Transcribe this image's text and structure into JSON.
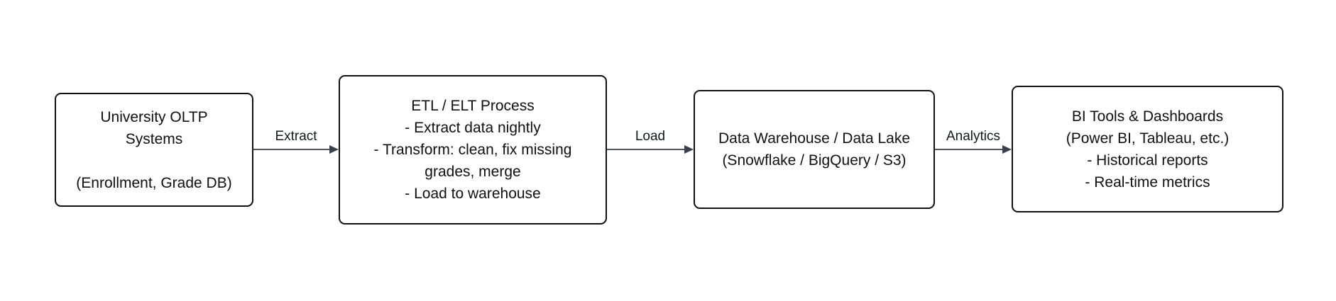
{
  "diagram": {
    "type": "flowchart",
    "direction": "left-to-right",
    "nodes": [
      {
        "id": "university-oltp-systems",
        "lines": [
          "University OLTP",
          "Systems",
          "",
          "(Enrollment, Grade DB)"
        ]
      },
      {
        "id": "etl-elt-process",
        "lines": [
          "ETL / ELT Process",
          "- Extract data nightly",
          "- Transform: clean, fix missing",
          "grades, merge",
          "- Load to warehouse"
        ]
      },
      {
        "id": "data-warehouse-data-lake",
        "lines": [
          "Data Warehouse / Data Lake",
          "(Snowflake / BigQuery / S3)"
        ]
      },
      {
        "id": "bi-tools-dashboards",
        "lines": [
          "BI Tools & Dashboards",
          "(Power BI, Tableau, etc.)",
          "- Historical reports",
          "- Real-time metrics"
        ]
      }
    ],
    "edges": [
      {
        "label": "Extract",
        "from": "university-oltp-systems",
        "to": "etl-elt-process"
      },
      {
        "label": "Load",
        "from": "etl-elt-process",
        "to": "data-warehouse-data-lake"
      },
      {
        "label": "Analytics",
        "from": "data-warehouse-data-lake",
        "to": "bi-tools-dashboards"
      }
    ],
    "colors": {
      "background": "#ffffff",
      "node_fill": "#ffffff",
      "node_border": "#101010",
      "node_text": "#101010",
      "arrow_line": "#51575f",
      "arrow_head": "#394049",
      "edge_label_text": "#14171a"
    }
  }
}
